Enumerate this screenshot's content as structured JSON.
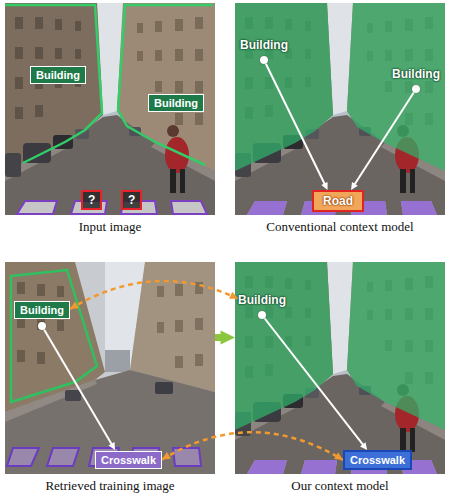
{
  "diagram": {
    "nodes": [
      {
        "text": [
          "Input image"
        ]
      },
      {
        "text": [
          "Building"
        ],
        "in": 0
      },
      {
        "text": [
          "Building"
        ],
        "in": 0
      },
      {
        "text": [
          "?"
        ],
        "in": 0
      },
      {
        "text": [
          "?"
        ],
        "in": 0
      },
      {
        "text": [
          "Conventional context model"
        ]
      },
      {
        "text": [
          "Building"
        ],
        "in": 5
      },
      {
        "text": [
          "Building"
        ],
        "in": 5
      },
      {
        "text": [
          "Road"
        ],
        "in": 5
      },
      {
        "text": [
          "Retrieved training image"
        ]
      },
      {
        "text": [
          "Building"
        ],
        "in": 9
      },
      {
        "text": [
          "Crosswalk"
        ],
        "in": 9
      },
      {
        "text": [
          "Our context model"
        ]
      },
      {
        "text": [
          "Building"
        ],
        "in": 12
      },
      {
        "text": [
          "Crosswalk"
        ],
        "in": 12
      }
    ],
    "edges": [
      {
        "from": 6,
        "to": 8,
        "arrow": "to"
      },
      {
        "from": 7,
        "to": 8,
        "arrow": "to"
      },
      {
        "from": 10,
        "to": 11,
        "arrow": "to"
      },
      {
        "from": 13,
        "to": 14,
        "arrow": "to"
      },
      {
        "from": 10,
        "to": 13,
        "arrow": "both"
      },
      {
        "from": 11,
        "to": 14,
        "arrow": "both"
      },
      {
        "from": 9,
        "to": 12,
        "arrow": "to"
      }
    ]
  }
}
